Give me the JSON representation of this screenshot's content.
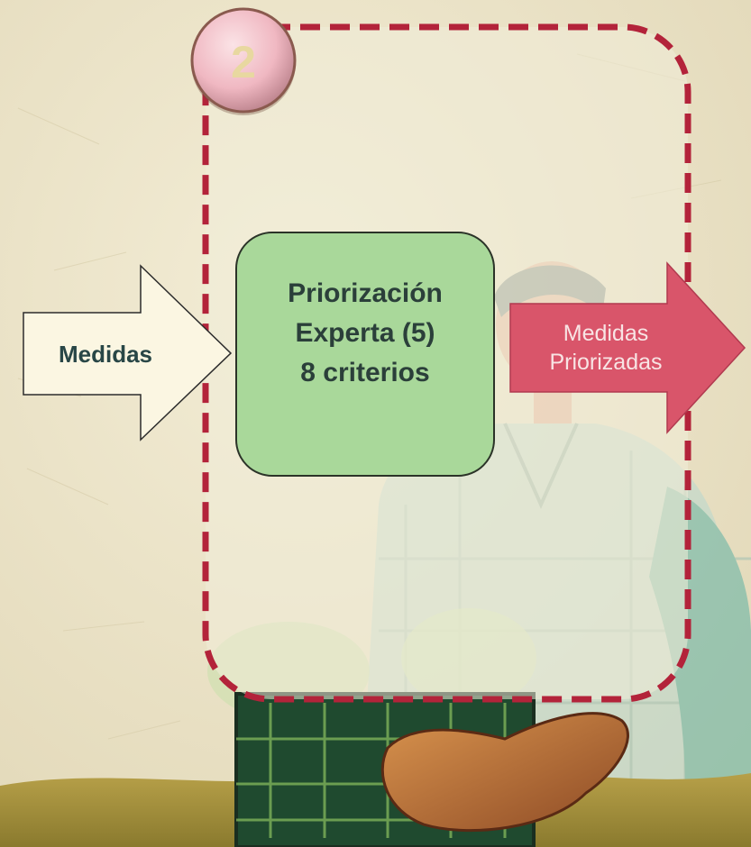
{
  "step_badge": {
    "number": "2"
  },
  "input_arrow": {
    "label": "Medidas"
  },
  "process_box": {
    "line1": "Priorización",
    "line2": "Experta (5)",
    "line3": "8 criterios"
  },
  "output_arrow": {
    "line1": "Medidas",
    "line2": "Priorizadas"
  },
  "colors": {
    "paper": "#ede6cc",
    "dashed_border": "#b3233a",
    "process_fill": "#a9d89a",
    "process_text": "#2b3f3a",
    "input_text": "#284646",
    "output_fill": "#d9556a",
    "output_text": "#f8e4e4",
    "badge_number": "#e8d8a0"
  }
}
